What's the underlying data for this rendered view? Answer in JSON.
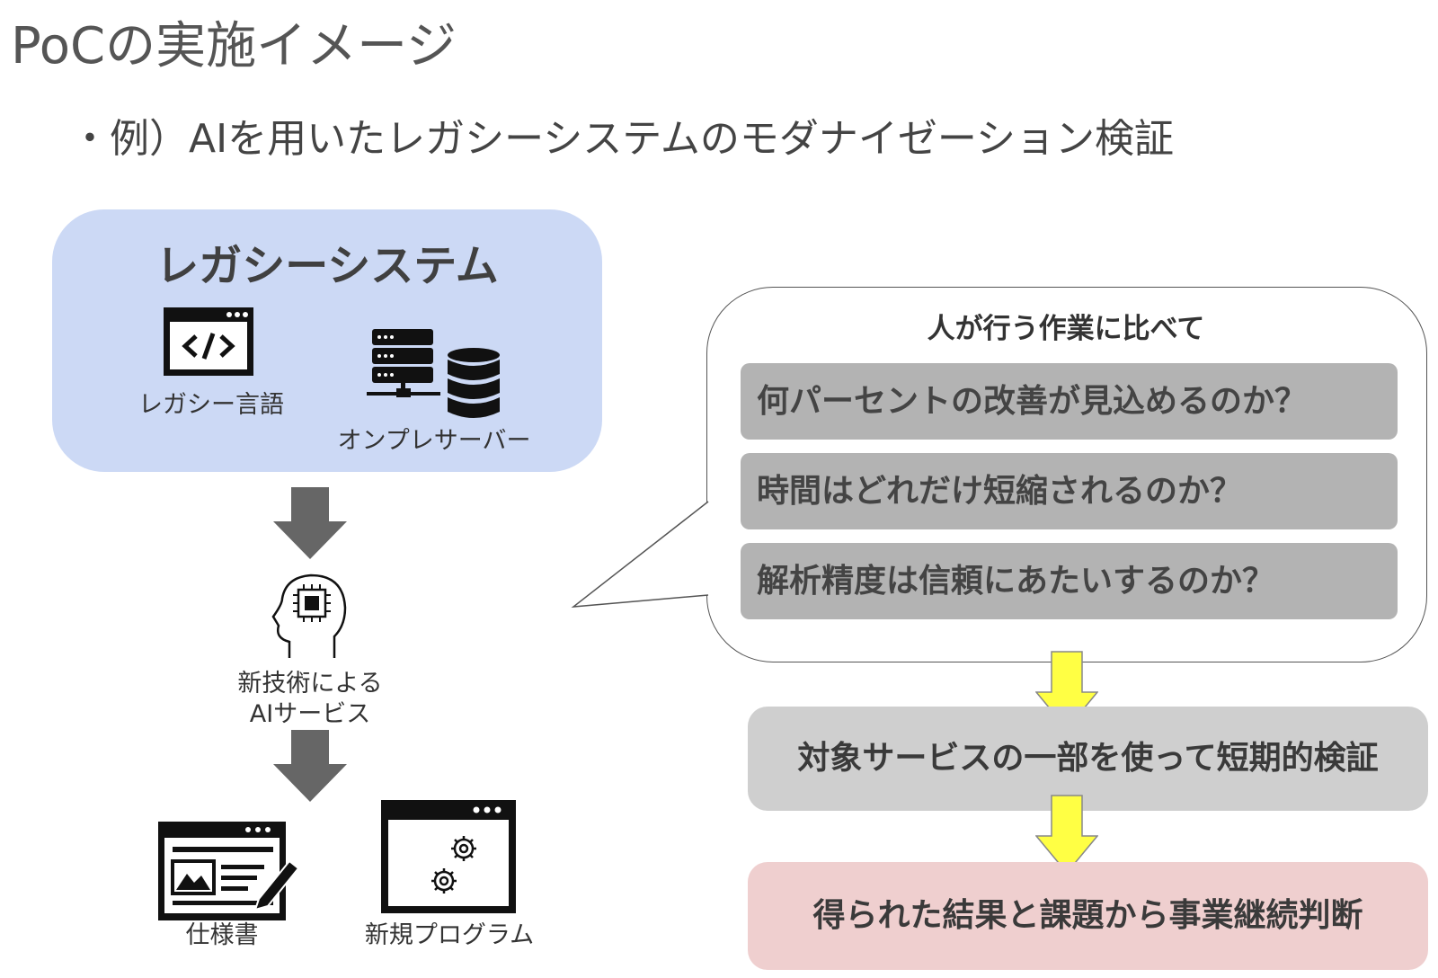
{
  "title": "PoCの実施イメージ",
  "subtitle": "・例）AIを用いたレガシーシステムのモダナイゼーション検証",
  "legacy": {
    "title": "レガシーシステム",
    "lang_label": "レガシー言語",
    "server_label": "オンプレサーバー"
  },
  "ai": {
    "label_line1": "新技術による",
    "label_line2": "AIサービス"
  },
  "outputs": {
    "spec_label": "仕様書",
    "program_label": "新規プログラム"
  },
  "bubble": {
    "header": "人が行う作業に比べて",
    "questions": [
      "何パーセントの改善が見込めるのか？",
      "時間はどれだけ短縮されるのか？",
      "解析精度は信頼にあたいするのか？"
    ]
  },
  "steps": [
    "対象サービスの一部を使って短期的検証",
    "得られた結果と課題から事業継続判断"
  ],
  "colors": {
    "legacy_bg": "#ccd9f5",
    "question_bg": "#b3b3b3",
    "step1_bg": "#cfcfcf",
    "step2_bg": "#efcfcf",
    "gray_arrow": "#666666",
    "yellow_arrow": "#ffff44"
  },
  "icons": [
    "code-window-icon",
    "server-rack-icon",
    "database-icon",
    "ai-head-chip-icon",
    "document-edit-icon",
    "gear-window-icon",
    "down-arrow-icon"
  ]
}
